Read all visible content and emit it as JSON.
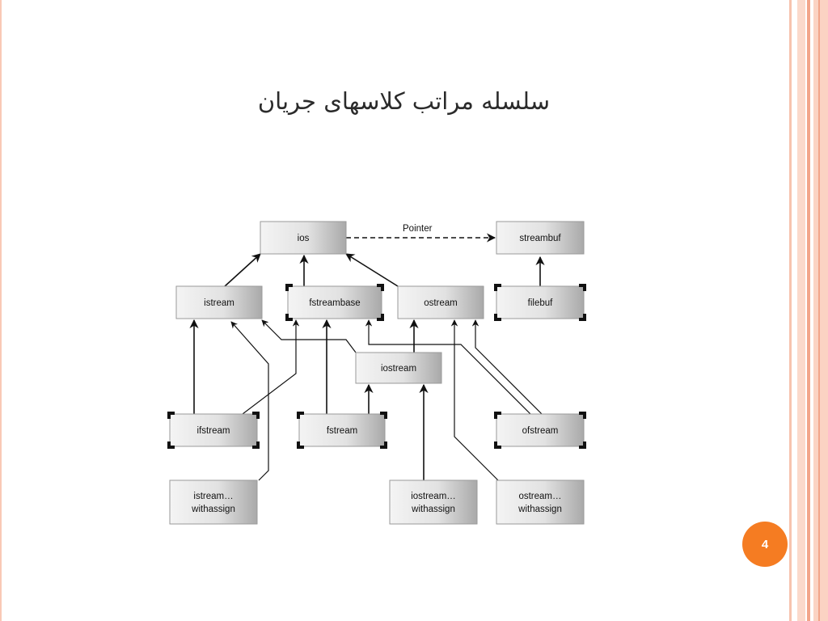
{
  "slide": {
    "title": "سلسله مراتب کلاسهای جریان",
    "page_number": "4",
    "colors": {
      "accent": "#f57c22",
      "frame_light": "#f9c9b6",
      "frame_mid": "#f2a58a"
    }
  },
  "diagram": {
    "edge_label": "Pointer",
    "nodes": {
      "ios": "ios",
      "streambuf": "streambuf",
      "istream": "istream",
      "fstreambase": "fstreambase",
      "ostream": "ostream",
      "filebuf": "filebuf",
      "iostream": "iostream",
      "ifstream": "ifstream",
      "fstream": "fstream",
      "ofstream": "ofstream",
      "istream_withassign": [
        "istream…",
        "withassign"
      ],
      "iostream_withassign": [
        "iostream…",
        "withassign"
      ],
      "ostream_withassign": [
        "ostream…",
        "withassign"
      ]
    }
  }
}
